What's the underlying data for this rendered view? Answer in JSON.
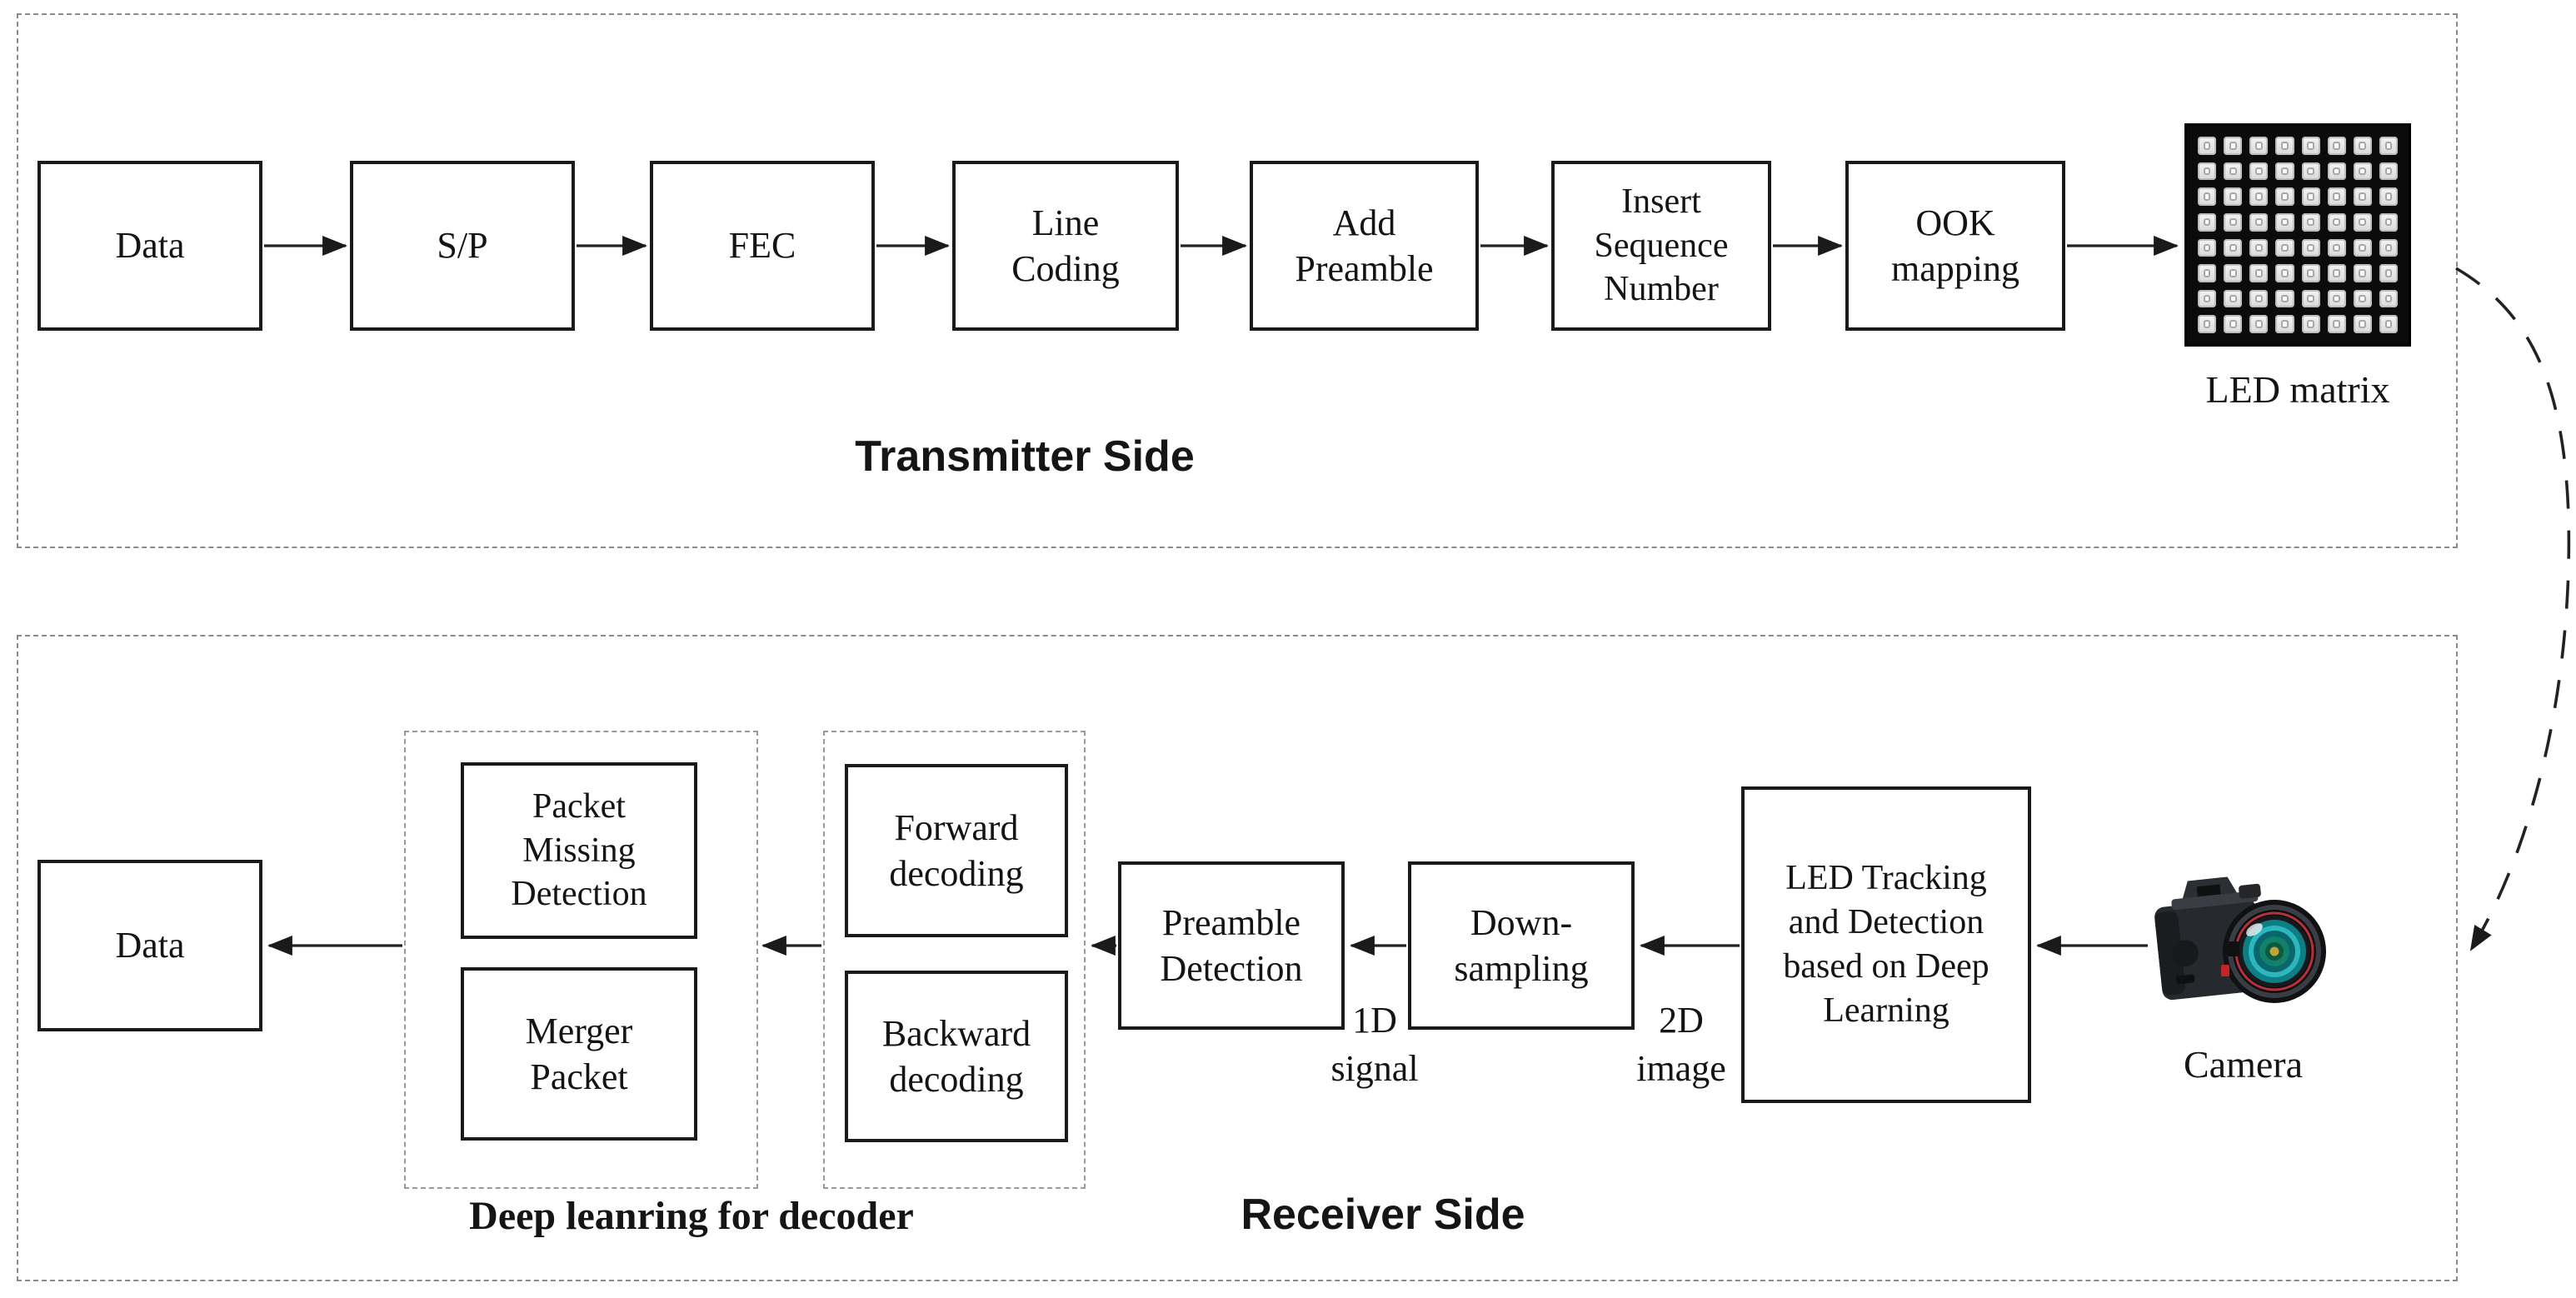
{
  "figure": {
    "type": "block-diagram",
    "description": "Optical camera communication system block diagram"
  },
  "colors": {
    "stroke": "#1a1a1a",
    "dash": "#8b8b8b",
    "sub_dash": "#9a9a9a",
    "bg": "#ffffff",
    "led_pcb": "#0b0b0b",
    "led_chip": "#ebebeb",
    "lens_teal": "#2cb6bd",
    "lens_green": "#12806a",
    "lens_red": "#c2242a"
  },
  "transmitter": {
    "section_label": "Transmitter Side",
    "blocks": [
      {
        "label": "Data"
      },
      {
        "label": "S/P"
      },
      {
        "label": "FEC"
      },
      {
        "label": "Line\nCoding"
      },
      {
        "label": "Add\nPreamble"
      },
      {
        "label": "Insert\nSequence\nNumber"
      },
      {
        "label": "OOK\nmapping"
      }
    ],
    "led_matrix": {
      "label": "LED matrix",
      "rows": 8,
      "cols": 8
    }
  },
  "receiver": {
    "section_label": "Receiver Side",
    "decoder_group_label": "Deep leanring for decoder",
    "data_block": {
      "label": "Data"
    },
    "packet_missing": {
      "label": "Packet\nMissing\nDetection"
    },
    "merger_packet": {
      "label": "Merger\nPacket"
    },
    "forward_decoding": {
      "label": "Forward\ndecoding"
    },
    "backward_decoding": {
      "label": "Backward\ndecoding"
    },
    "preamble_detection": {
      "label": "Preamble\nDetection"
    },
    "downsampling": {
      "label": "Down-\nsampling"
    },
    "led_tracking": {
      "label": "LED Tracking\nand Detection\nbased on Deep\nLearning"
    },
    "camera": {
      "label": "Camera"
    },
    "annotations": {
      "signal_1d": "1D\nsignal",
      "image_2d": "2D\nimage"
    }
  }
}
